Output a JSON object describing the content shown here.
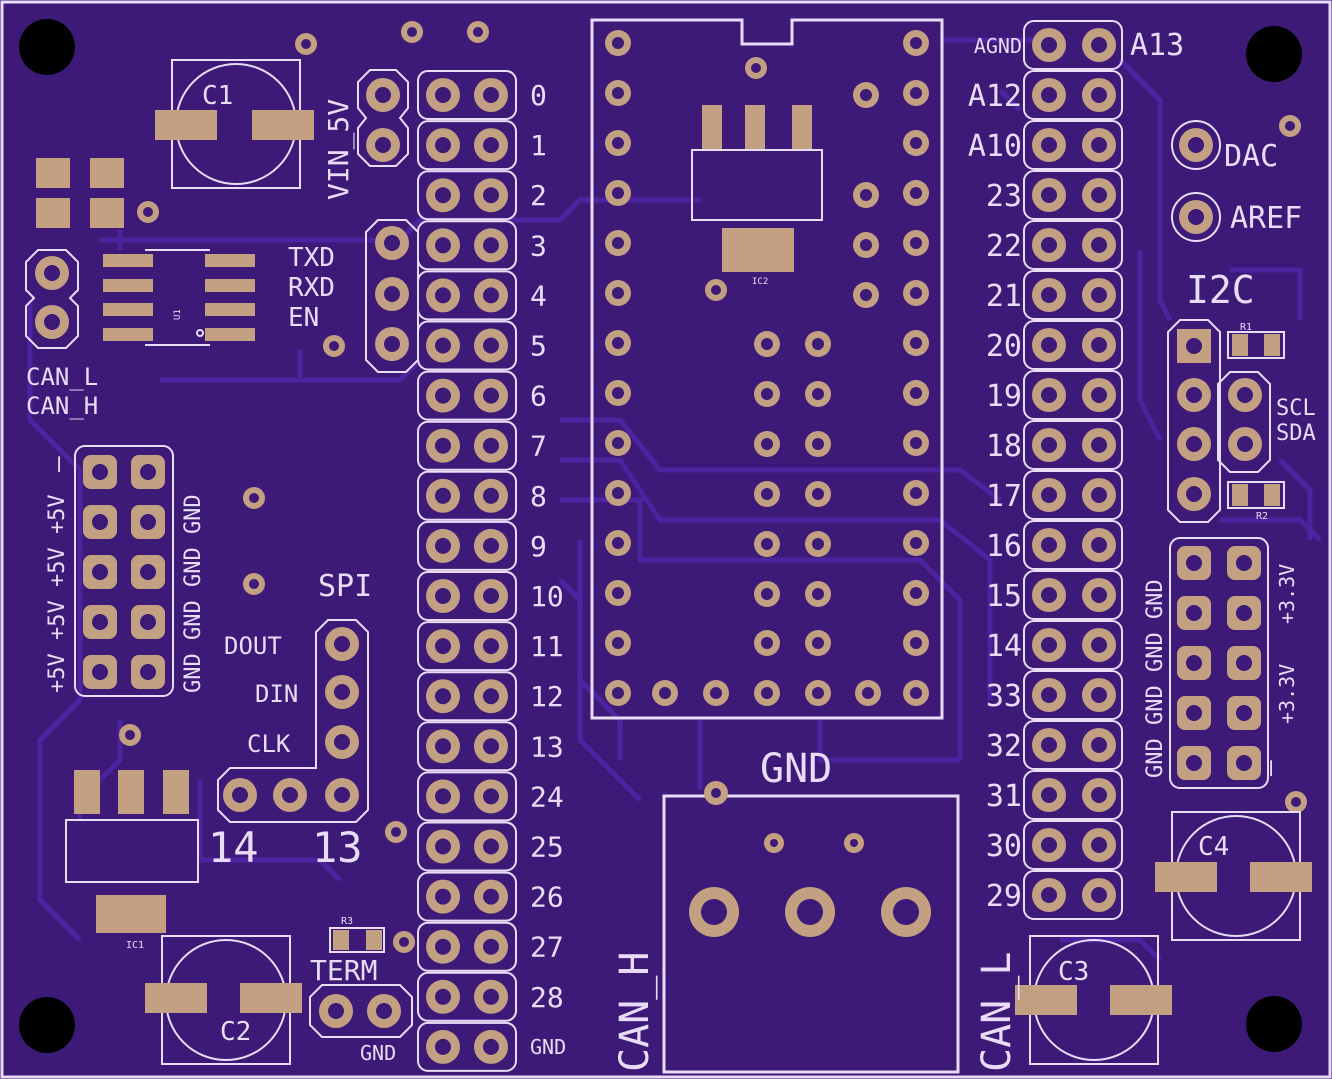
{
  "board": {
    "background": "#3d1a78",
    "silk_color": "#e9dcf7",
    "pad_color": "#c4a082"
  },
  "labels": {
    "c1": "C1",
    "c2": "C2",
    "c3": "C3",
    "c4": "C4",
    "vin5v": "VIN_5V",
    "txd": "TXD",
    "rxd": "RXD",
    "en": "EN",
    "u1": "U1",
    "can_l_left": "CAN_L",
    "can_h_left": "CAN_H",
    "spi": "SPI",
    "dout": "DOUT",
    "din": "DIN",
    "clk": "CLK",
    "p14": "14",
    "p13": "13",
    "ic1": "IC1",
    "ic2": "IC2",
    "r1": "R1",
    "r2": "R2",
    "r3": "R3",
    "term": "TERM",
    "gnd_bottom": "GND",
    "gnd_top": "GND",
    "can_h_bottom": "CAN_H",
    "can_l_bottom": "CAN_L",
    "agnd": "AGND",
    "a13": "A13",
    "a12": "A12",
    "a10": "A10",
    "dac": "DAC",
    "aref": "AREF",
    "i2c": "I2C",
    "scl": "SCL",
    "sda": "SDA",
    "minus_left": "—",
    "minus_right": "—",
    "plus5v_col": "+5V +5V +5V +5V",
    "gnd_col_left": "GND GND GND GND",
    "gnd_col_right1": "GND GND GND GND",
    "plus33_1": "+3.3V",
    "plus33_2": "+3.3V"
  },
  "left_header_labels": [
    "0",
    "1",
    "2",
    "3",
    "4",
    "5",
    "6",
    "7",
    "8",
    "9",
    "10",
    "11",
    "12",
    "13",
    "24",
    "25",
    "26",
    "27",
    "28",
    "GND"
  ],
  "right_header_labels": [
    "AGND",
    "A12",
    "A10",
    "23",
    "22",
    "21",
    "20",
    "19",
    "18",
    "17",
    "16",
    "15",
    "14",
    "33",
    "32",
    "31",
    "30",
    "29"
  ]
}
